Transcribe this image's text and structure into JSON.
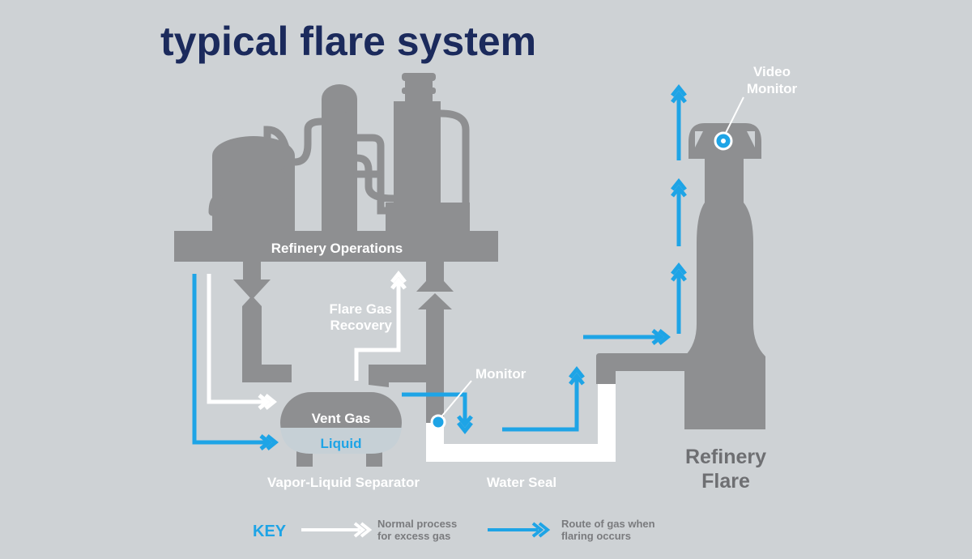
{
  "title": "typical flare system",
  "labels": {
    "refinery_operations": "Refinery Operations",
    "flare_gas_recovery_line1": "Flare Gas",
    "flare_gas_recovery_line2": "Recovery",
    "monitor": "Monitor",
    "video_monitor_line1": "Video",
    "video_monitor_line2": "Monitor",
    "vent_gas": "Vent Gas",
    "liquid": "Liquid",
    "vapor_liquid_separator": "Vapor-Liquid Separator",
    "water_seal": "Water Seal",
    "refinery_flare_line1": "Refinery",
    "refinery_flare_line2": "Flare"
  },
  "key": {
    "heading": "KEY",
    "normal_line1": "Normal process",
    "normal_line2": "for excess gas",
    "flaring_line1": "Route of gas when",
    "flaring_line2": "flaring occurs"
  },
  "colors": {
    "background": "#ced2d5",
    "equipment": "#8e8f91",
    "title": "#1b2a5c",
    "flaring_route": "#1ea4e6",
    "normal_route": "#ffffff",
    "liquid_band": "#c6d0d6"
  }
}
